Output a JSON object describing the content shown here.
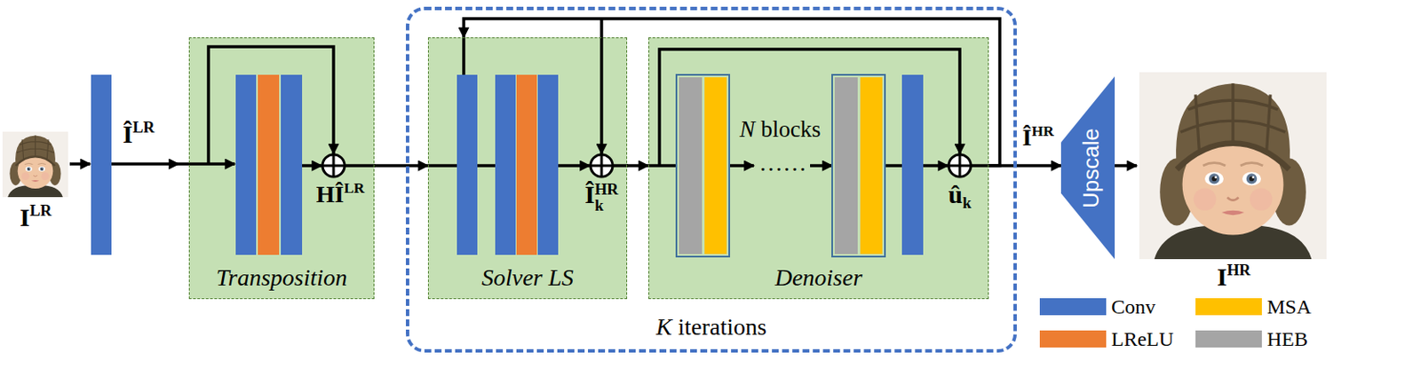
{
  "diagram": {
    "nodes": [
      {
        "text": [
          "Transposition"
        ]
      },
      {
        "text": [
          "K iterations"
        ]
      },
      {
        "text": [
          "Solver LS"
        ],
        "in": 1
      },
      {
        "text": [
          "Denoiser"
        ],
        "in": 1
      },
      {
        "text": [
          "Upscale"
        ]
      }
    ],
    "edges": [
      {
        "from": 0,
        "to": 2,
        "arrow": "to"
      },
      {
        "from": 2,
        "to": 3,
        "arrow": "to"
      },
      {
        "from": 3,
        "to": 2,
        "arrow": "to"
      },
      {
        "from": 3,
        "to": 4,
        "arrow": "to",
        "label": "ÎHR"
      }
    ],
    "labels": [
      "ILR",
      "ÎLR",
      "HÎLR",
      "ÎkHR",
      "N blocks",
      "……",
      "ûk",
      "IHR"
    ],
    "legend": [
      {
        "text": "Conv",
        "color": "#4472c4"
      },
      {
        "text": "MSA",
        "color": "#ffc000"
      },
      {
        "text": "LReLU",
        "color": "#ed7d31"
      },
      {
        "text": "HEB",
        "color": "#a5a5a5"
      }
    ]
  }
}
